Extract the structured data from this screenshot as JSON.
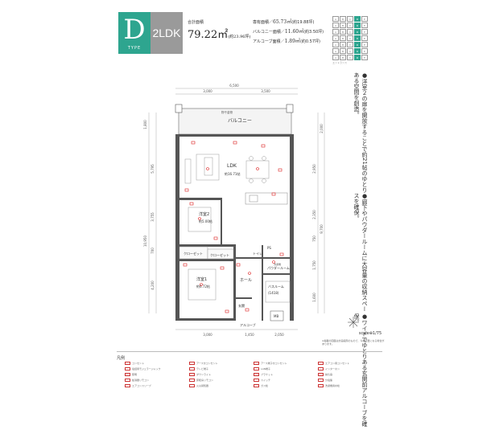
{
  "header": {
    "type_letter": "D",
    "type_label": "TYPE",
    "plan_label": "2LDK",
    "total_area_label": "合計面積",
    "total_area_value": "79.22㎡",
    "total_area_tsubo": "(約23.96坪)"
  },
  "areas": [
    {
      "label": "専有面積／",
      "value": "65.73㎡",
      "tsubo": "(約19.88坪)"
    },
    {
      "label": "バルコニー面積／",
      "value": "11.60㎡",
      "tsubo": "(約3.50坪)"
    },
    {
      "label": "アルコーブ面積／",
      "value": "1.89㎡",
      "tsubo": "(約0.57坪)"
    }
  ],
  "keyplan": {
    "rows": [
      [
        "A",
        "B",
        "C",
        "D",
        "E"
      ],
      [
        "A",
        "B",
        "C",
        "D",
        "E"
      ],
      [
        "A",
        "B",
        "C",
        "D",
        "E"
      ],
      [
        "A",
        "B",
        "C",
        "D",
        "E"
      ],
      [
        "A",
        "B",
        "C",
        "D",
        "E"
      ],
      [
        "A",
        "B",
        "C",
        "D",
        "E"
      ],
      [
        "A",
        "B",
        "C",
        "D",
        "E"
      ]
    ],
    "highlight": "D",
    "note": "エントランス"
  },
  "features": [
    "洋室２の扉を開放することで約21帖のゆとりある空間を創造。",
    "廊下やパウダールームに大容量の収納スペースを確保。",
    "ワイドでゆとりある玄関前アルコーブを確保。"
  ],
  "plan": {
    "dims": {
      "top_total": "6,500",
      "top_left": "3,000",
      "top_right": "3,500",
      "bottom_left": "3,000",
      "bottom_mid": "1,450",
      "bottom_right": "2,050",
      "left_1": "1,800",
      "left_2": "5,795",
      "left_3": "3,755",
      "left_total": "10,950",
      "left_4": "700",
      "left_5": "4,200",
      "right_1": "2,000",
      "right_2": "2,950",
      "right_3": "2,350",
      "right_total": "9,700",
      "right_4": "750",
      "right_5": "1,750",
      "right_6": "1,600"
    },
    "rooms": {
      "balcony": "バルコニー",
      "balcony_top": "物干金物",
      "ldk": "LDK",
      "ldk_size": "約16.71帖",
      "room2": "洋室2",
      "room2_size": "約5.00帖",
      "room1": "洋室1",
      "room1_size": "約6.72帖",
      "closet1": "クローゼット",
      "closet2": "クローゼット",
      "toilet": "トイレ",
      "hall": "ホール",
      "powder": "パウダールーム",
      "bath": "バスルーム",
      "bath_size": "(1418)",
      "entrance": "玄関",
      "alcove": "アルコーブ",
      "mb": "MB",
      "ps": "PS",
      "wm": "洗濯機"
    }
  },
  "scale": "scale⊕1/75",
  "note": "※掲載の図面は計画段階のもので、今後変更になる場合があります。",
  "legend": {
    "title": "凡例",
    "items": [
      "コンセント",
      "アース付コンセント",
      "アース端子付コンセント",
      "エアコン用コンセント",
      "電話用モジュラージャック",
      "テレビ端子",
      "LAN端子",
      "インターホン",
      "照明",
      "ダウンライト",
      "ブラケット",
      "換気扇",
      "給湯器リモコン",
      "床暖房リモコン",
      "スイッチ",
      "分電盤",
      "エアコンスリーブ",
      "火災報知器",
      "ガス栓",
      "洗濯機用水栓"
    ]
  }
}
